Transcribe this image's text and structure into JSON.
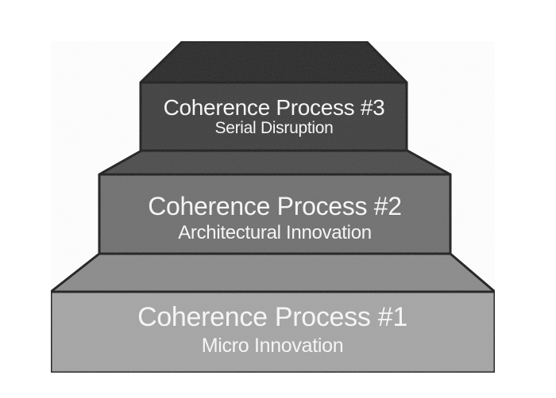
{
  "diagram": {
    "background_color": "#ffffff",
    "outline_color": "#000000",
    "text_color": "#f5f5f5",
    "tiers": [
      {
        "title": "Coherence Process #3",
        "subtitle": "Serial Disruption",
        "colors": {
          "front": "#3a3a3a",
          "top": "#1b1b1b"
        }
      },
      {
        "title": "Coherence Process #2",
        "subtitle": "Architectural Innovation",
        "colors": {
          "front": "#707070",
          "top": "#4a4a4a"
        }
      },
      {
        "title": "Coherence Process #1",
        "subtitle": "Micro Innovation",
        "colors": {
          "front": "#a5a5a5",
          "top": "#8b8b8b"
        }
      }
    ]
  }
}
